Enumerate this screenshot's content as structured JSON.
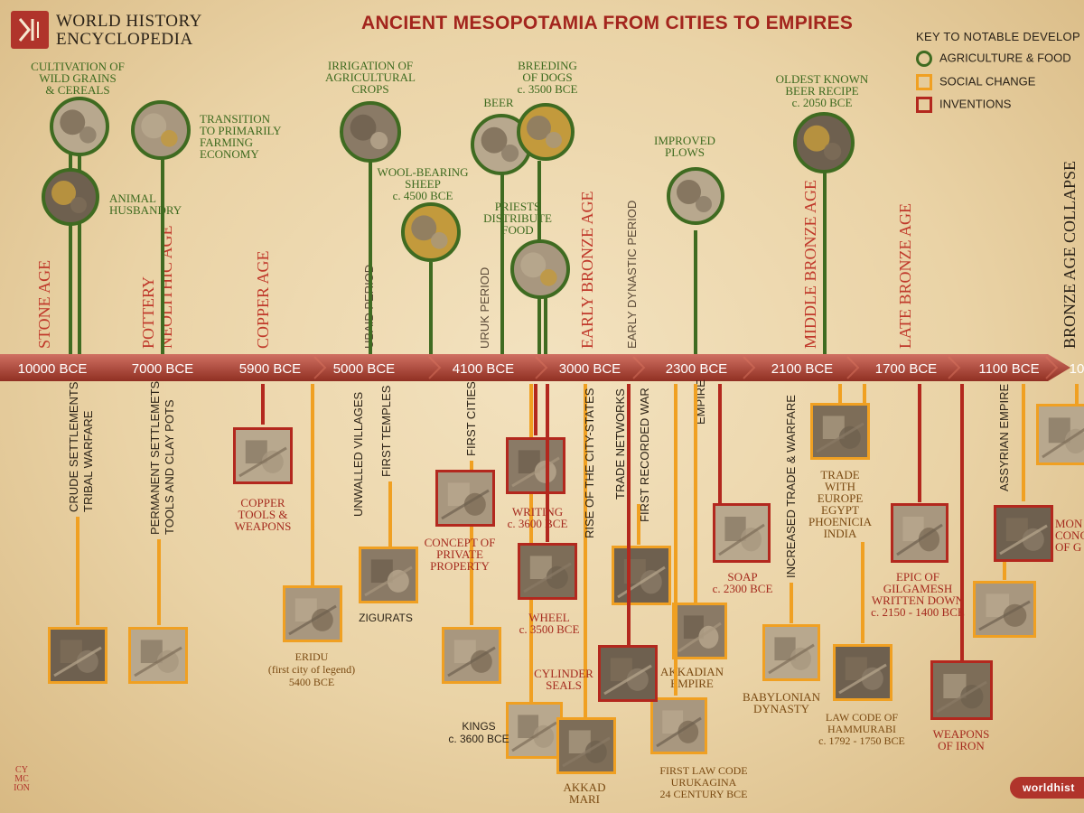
{
  "header": {
    "publisher_line1": "WORLD HISTORY",
    "publisher_line2": "ENCYCLOPEDIA",
    "title": "ANCIENT MESOPOTAMIA FROM CITIES TO EMPIRES"
  },
  "legend": {
    "title": "KEY TO NOTABLE DEVELOP",
    "items": [
      {
        "label": "AGRICULTURE & FOOD",
        "color": "#3f6b21",
        "shape": "circle"
      },
      {
        "label": "SOCIAL CHANGE",
        "color": "#f0a022",
        "shape": "square"
      },
      {
        "label": "INVENTIONS",
        "color": "#b3281e",
        "shape": "square"
      }
    ]
  },
  "colors": {
    "agriculture": "#3f6b21",
    "social": "#f0a022",
    "inventions": "#b3281e",
    "timeline_bar": "#c0402e",
    "age_label": "#c0392b",
    "period_label": "#5b4a38"
  },
  "timeline": {
    "ticks": [
      "10000 BCE",
      "7000 BCE",
      "5900 BCE",
      "5000 BCE",
      "4100 BCE",
      "3000 BCE",
      "2300 BCE",
      "2100 BCE",
      "1700 BCE",
      "1100 BCE",
      "10"
    ]
  },
  "ages": [
    {
      "label": "STONE AGE",
      "kind": "age"
    },
    {
      "label": "POTTERY",
      "kind": "age"
    },
    {
      "label": "NEOLITHIC AGE",
      "kind": "age"
    },
    {
      "label": "COPPER AGE",
      "kind": "age"
    },
    {
      "label": "UBAID PERIOD",
      "kind": "period"
    },
    {
      "label": "URUK PERIOD",
      "kind": "period"
    },
    {
      "label": "EARLY BRONZE AGE",
      "kind": "age"
    },
    {
      "label": "EARLY DYNASTIC PERIOD",
      "kind": "period"
    },
    {
      "label": "MIDDLE BRONZE AGE",
      "kind": "age"
    },
    {
      "label": "LATE BRONZE AGE",
      "kind": "age"
    },
    {
      "label": "BRONZE AGE COLLAPSE",
      "kind": "collapse"
    }
  ],
  "agriculture": [
    {
      "id": "grains",
      "lines": [
        "CULTIVATION OF",
        "WILD GRAINS",
        "& CEREALS"
      ],
      "icon": "grain-icon"
    },
    {
      "id": "husbandry",
      "lines": [
        "ANIMAL",
        "HUSBANDRY"
      ],
      "icon": "cattle-relief-icon"
    },
    {
      "id": "farming",
      "lines": [
        "TRANSITION",
        "TO PRIMARILY",
        "FARMING",
        "ECONOMY"
      ],
      "icon": "wheat-icon"
    },
    {
      "id": "irrigation",
      "lines": [
        "IRRIGATION OF",
        "AGRICULTURAL",
        "CROPS"
      ],
      "icon": "canal-icon"
    },
    {
      "id": "sheep",
      "lines": [
        "WOOL-BEARING",
        "SHEEP",
        "c. 4500 BCE"
      ],
      "icon": "ram-icon"
    },
    {
      "id": "beer",
      "lines": [
        "BEER"
      ],
      "icon": "beer-relief-icon"
    },
    {
      "id": "dogs",
      "lines": [
        "BREEDING",
        "OF DOGS",
        "c. 3500 BCE"
      ],
      "icon": "dog-icon"
    },
    {
      "id": "priests",
      "lines": [
        "PRIESTS",
        "DISTRIBUTE",
        "FOOD"
      ],
      "icon": "priest-statue-icon"
    },
    {
      "id": "plows",
      "lines": [
        "IMPROVED",
        "PLOWS"
      ],
      "icon": "plow-icon"
    },
    {
      "id": "beer-recipe",
      "lines": [
        "OLDEST KNOWN",
        "BEER RECIPE",
        "c. 2050 BCE"
      ],
      "icon": "tablet-icon"
    }
  ],
  "social": [
    {
      "id": "crude-settlements",
      "lines": [
        "CRUDE SETTLEMENTS",
        "TRIBAL WARFARE"
      ],
      "icon": "cave-art-icon"
    },
    {
      "id": "permanent-settlements",
      "lines": [
        "PERMANENT SETTLEMETS",
        "TOOLS AND CLAY POTS"
      ],
      "icon": "herder-icon"
    },
    {
      "id": "eridu",
      "lines": [
        "ERIDU",
        "(first city of legend)",
        "5400 BCE"
      ],
      "icon": "ruins-icon"
    },
    {
      "id": "unwalled",
      "lines": [
        "UNWALLED VILLAGES"
      ]
    },
    {
      "id": "first-temples",
      "lines": [
        "FIRST TEMPLES"
      ]
    },
    {
      "id": "zigurats",
      "lines": [
        "ZIGURATS"
      ],
      "icon": "ziggurat-icon"
    },
    {
      "id": "first-cities",
      "lines": [
        "FIRST CITIES"
      ],
      "icon": "city-ruins-icon"
    },
    {
      "id": "kings",
      "lines": [
        "KINGS",
        "c. 3600 BCE"
      ],
      "icon": "king-statue-icon"
    },
    {
      "id": "akkad-mari",
      "lines": [
        "AKKAD",
        "MARI"
      ],
      "icon": "seated-figures-icon"
    },
    {
      "id": "city-states",
      "lines": [
        "RISE OF THE CITY-STATES"
      ]
    },
    {
      "id": "trade-networks",
      "lines": [
        "TRADE NETWORKS"
      ],
      "icon": "procession-icon"
    },
    {
      "id": "recorded-war",
      "lines": [
        "FIRST RECORDED WAR"
      ]
    },
    {
      "id": "akkadian-empire",
      "lines": [
        "EMPIRE",
        "AKKADIAN",
        "EMPIRE"
      ],
      "icon": "sargon-head-icon"
    },
    {
      "id": "urukagina",
      "lines": [
        "FIRST LAW CODE",
        "URUKAGINA",
        "24 CENTURY BCE"
      ],
      "icon": "cuneiform-cone-icon"
    },
    {
      "id": "babylonian",
      "lines": [
        "INCREASED TRADE & WARFARE",
        "BABYLONIAN",
        "DYNASTY"
      ],
      "icon": "hammurabi-head-icon"
    },
    {
      "id": "trade-europe",
      "lines": [
        "TRADE",
        "WITH",
        "EUROPE",
        "EGYPT",
        "PHOENICIA",
        "INDIA"
      ],
      "icon": "cart-relief-icon"
    },
    {
      "id": "hammurabi",
      "lines": [
        "LAW CODE OF",
        "HAMMURABI",
        "c. 1792 - 1750 BCE"
      ],
      "icon": "stele-icon"
    },
    {
      "id": "assyrian",
      "lines": [
        "ASSYRIAN EMPIRE"
      ],
      "icon": "assyrian-king-icon"
    },
    {
      "id": "monument-right",
      "lines": [],
      "icon": "lamassu-relief-icon"
    }
  ],
  "inventions": [
    {
      "id": "copper-tools",
      "lines": [
        "COPPER",
        "TOOLS &",
        "WEAPONS"
      ],
      "icon": "copper-tools-icon"
    },
    {
      "id": "private-property",
      "lines": [
        "CONCEPT OF",
        "PRIVATE",
        "PROPERTY"
      ],
      "icon": "deed-tablet-icon"
    },
    {
      "id": "writing",
      "lines": [
        "WRITING",
        "c. 3600 BCE"
      ],
      "icon": "cuneiform-icon"
    },
    {
      "id": "wheel",
      "lines": [
        "WHEEL",
        "c. 3500 BCE"
      ],
      "icon": "wheel-icon"
    },
    {
      "id": "cylinder-seals",
      "lines": [
        "CYLINDER",
        "SEALS"
      ],
      "icon": "seal-impression-icon"
    },
    {
      "id": "soap",
      "lines": [
        "SOAP",
        "c. 2300 BCE"
      ],
      "icon": "soap-icon"
    },
    {
      "id": "gilgamesh",
      "lines": [
        "EPIC OF",
        "GILGAMESH",
        "WRITTEN DOWN",
        "c. 2150 - 1400 BCE"
      ],
      "icon": "gilgamesh-icon"
    },
    {
      "id": "iron",
      "lines": [
        "WEAPONS",
        "OF IRON"
      ],
      "icon": "battle-relief-icon"
    },
    {
      "id": "mon",
      "lines": [
        "MON",
        "CONC",
        "OF G"
      ],
      "icon": "relief-figures-icon"
    }
  ],
  "footer": {
    "signature_lines": [
      "CY",
      "MC",
      "ION"
    ],
    "site": "worldhist"
  }
}
